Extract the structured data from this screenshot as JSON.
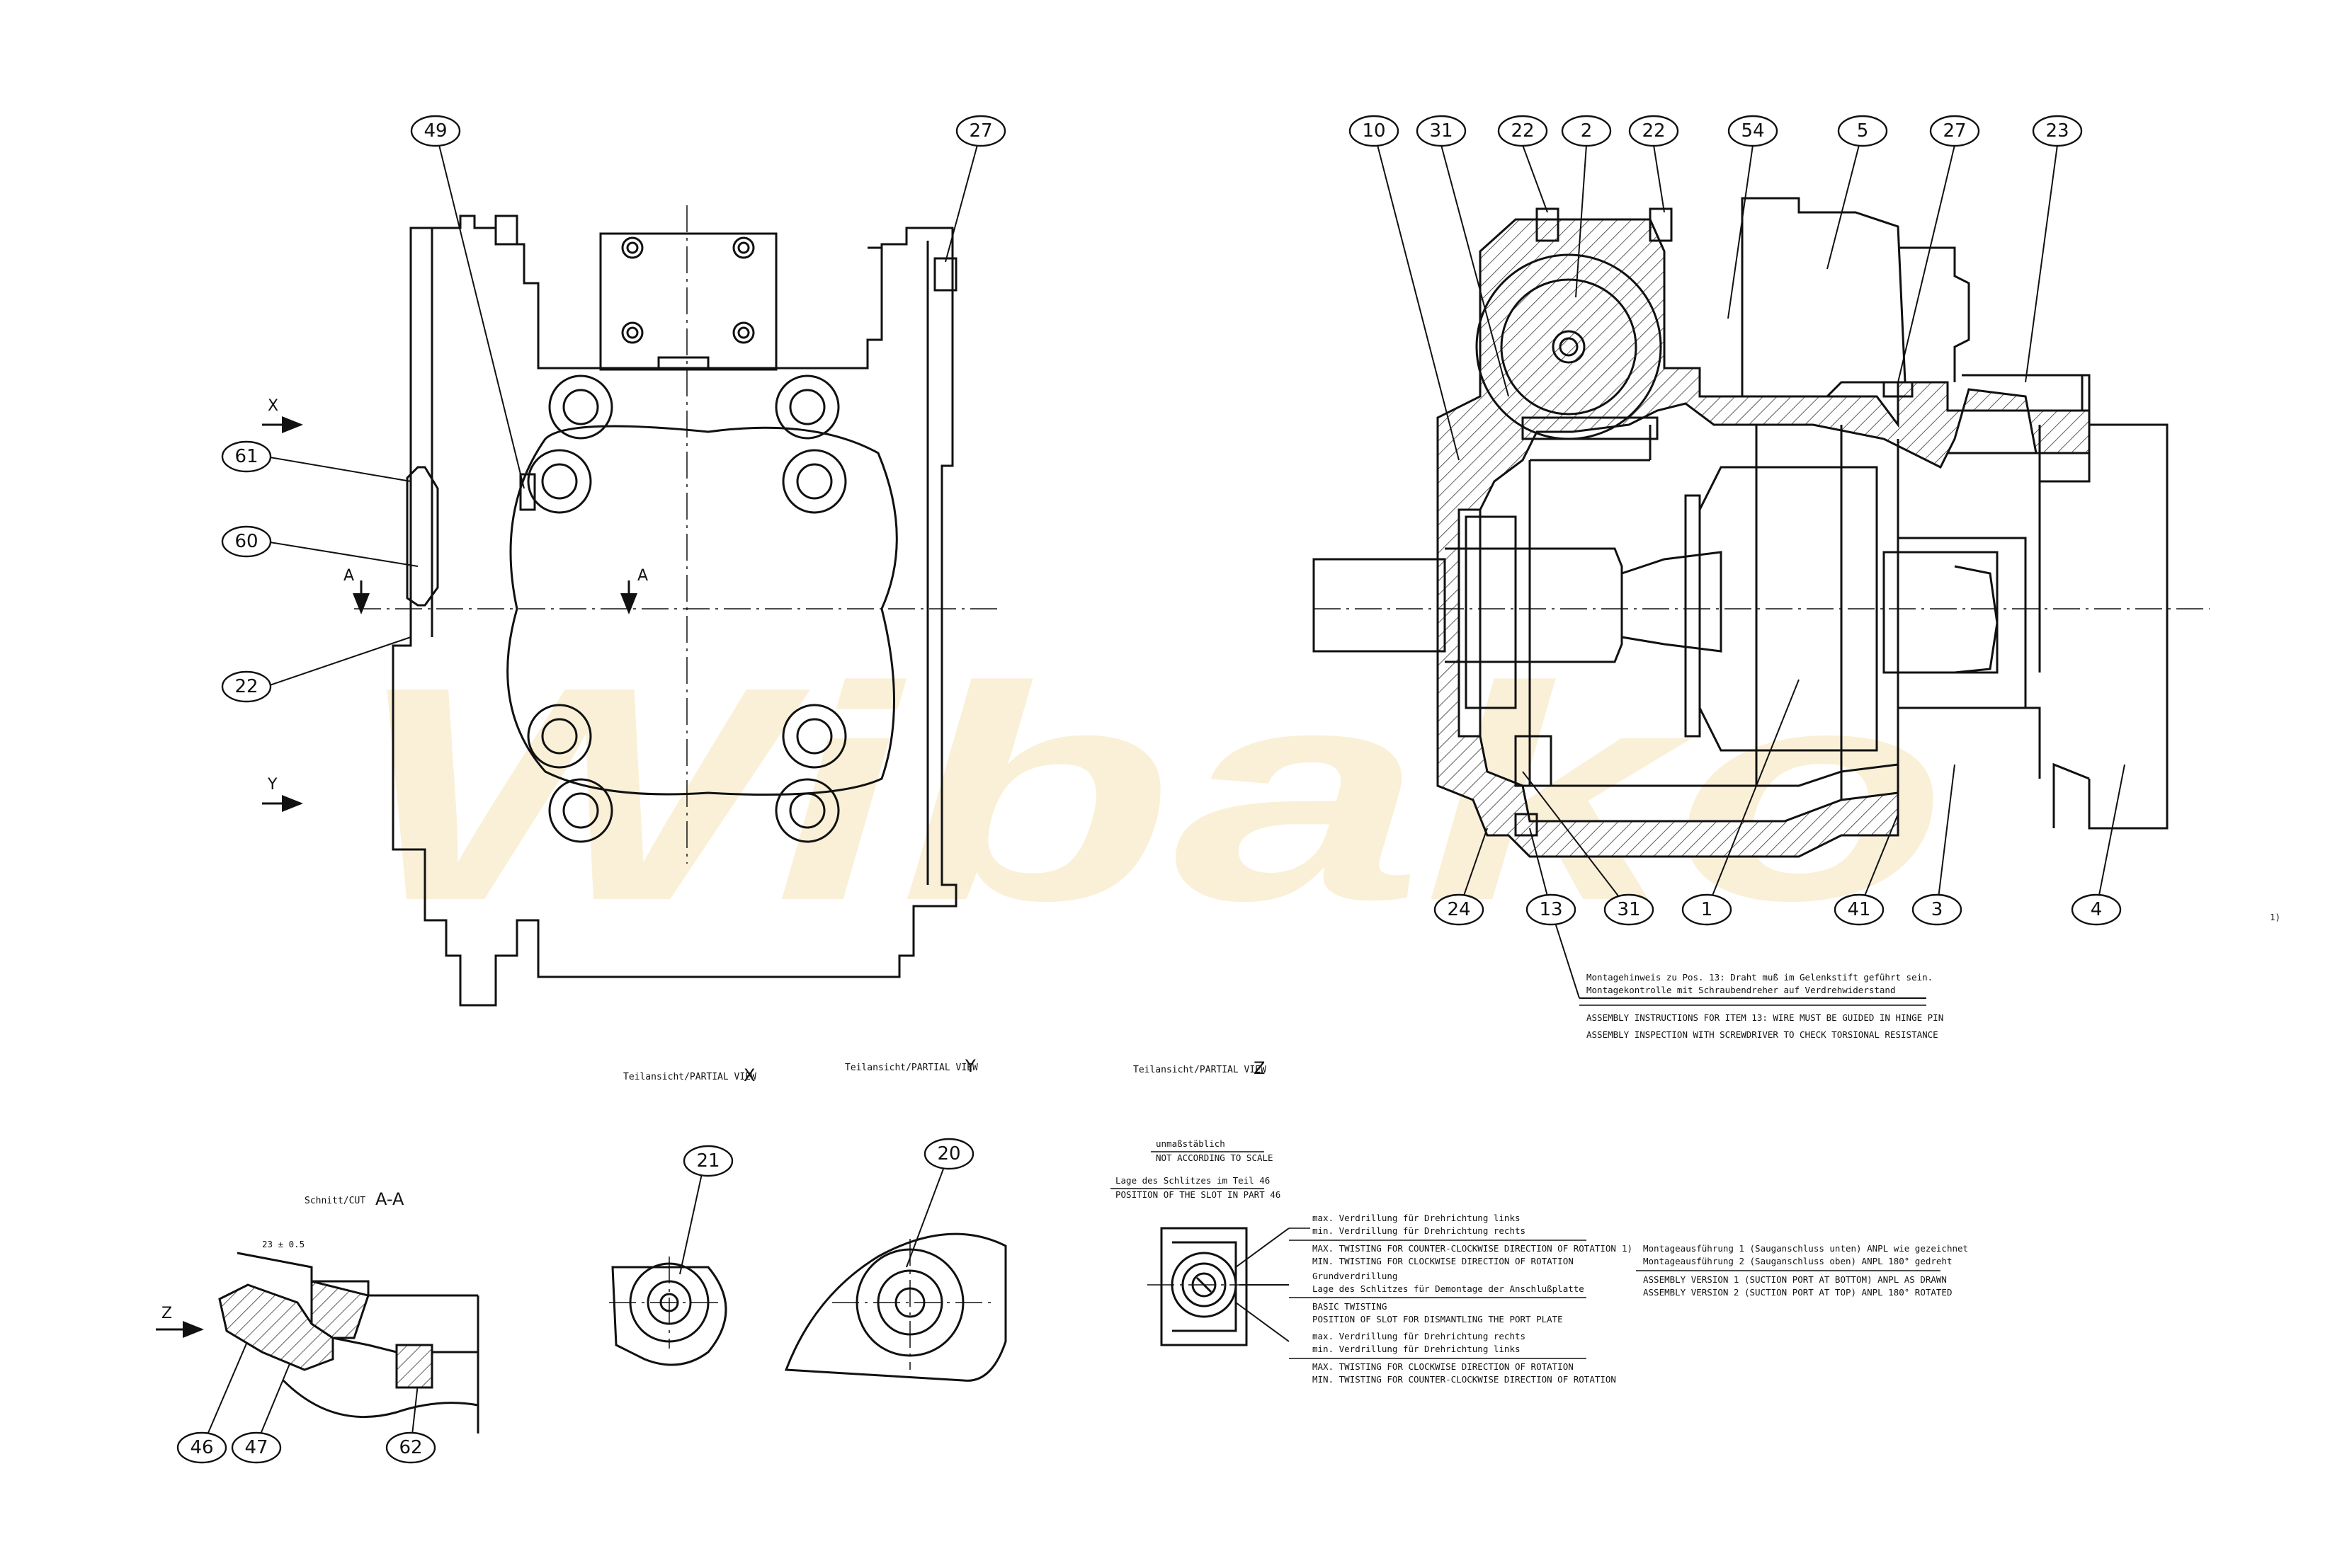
{
  "watermark": "Wibako",
  "callouts": [
    {
      "id": "c49",
      "label": "49"
    },
    {
      "id": "c27a",
      "label": "27"
    },
    {
      "id": "c61",
      "label": "61"
    },
    {
      "id": "c60",
      "label": "60"
    },
    {
      "id": "c22a",
      "label": "22"
    },
    {
      "id": "c10",
      "label": "10"
    },
    {
      "id": "c31a",
      "label": "31"
    },
    {
      "id": "c22b",
      "label": "22"
    },
    {
      "id": "c2",
      "label": "2"
    },
    {
      "id": "c22c",
      "label": "22"
    },
    {
      "id": "c54",
      "label": "54"
    },
    {
      "id": "c5",
      "label": "5"
    },
    {
      "id": "c27b",
      "label": "27"
    },
    {
      "id": "c23",
      "label": "23"
    },
    {
      "id": "c24",
      "label": "24"
    },
    {
      "id": "c13",
      "label": "13"
    },
    {
      "id": "c31b",
      "label": "31"
    },
    {
      "id": "c1",
      "label": "1"
    },
    {
      "id": "c41",
      "label": "41"
    },
    {
      "id": "c3",
      "label": "3"
    },
    {
      "id": "c4",
      "label": "4"
    },
    {
      "id": "c21",
      "label": "21"
    },
    {
      "id": "c20",
      "label": "20"
    },
    {
      "id": "c46",
      "label": "46"
    },
    {
      "id": "c47",
      "label": "47"
    },
    {
      "id": "c62",
      "label": "62"
    }
  ],
  "view_markers": {
    "x": "X",
    "y": "Y",
    "a": "A",
    "z": "Z"
  },
  "footnote_mark": "1)",
  "views": {
    "partial_x": {
      "caption": "Teilansicht/PARTIAL VIEW",
      "letter": "X"
    },
    "partial_y": {
      "caption": "Teilansicht/PARTIAL VIEW",
      "letter": "Y"
    },
    "partial_z": {
      "caption": "Teilansicht/PARTIAL VIEW",
      "letter": "Z"
    },
    "section_aa": {
      "caption": "Schnitt/CUT",
      "letter": "A-A"
    }
  },
  "dimension_label": "23 ± 0.5",
  "assembly_note": {
    "de1": "Montagehinweis zu Pos. 13: Draht muß im Gelenkstift geführt sein.",
    "de2": "Montagekontrolle mit Schraubendreher auf Verdrehwiderstand",
    "en1": "ASSEMBLY INSTRUCTIONS FOR ITEM 13: WIRE MUST BE GUIDED IN HINGE PIN",
    "en2": "ASSEMBLY INSPECTION WITH SCREWDRIVER TO CHECK TORSIONAL RESISTANCE"
  },
  "scale_note": {
    "de": "unmaßstäblich",
    "en": "NOT ACCORDING TO SCALE",
    "slot_de": "Lage des Schlitzes im Teil 46",
    "slot_en": "POSITION OF THE SLOT IN PART 46"
  },
  "twist_notes": {
    "top": [
      "max. Verdrillung für Drehrichtung links",
      "min. Verdrillung für Drehrichtung rechts",
      "MAX. TWISTING FOR COUNTER-CLOCKWISE DIRECTION OF ROTATION",
      "MIN. TWISTING FOR CLOCKWISE DIRECTION OF ROTATION"
    ],
    "mid": [
      "Grundverdrillung",
      "Lage des Schlitzes für Demontage der Anschlußplatte",
      "BASIC TWISTING",
      "POSITION OF SLOT FOR DISMANTLING THE PORT PLATE"
    ],
    "bot": [
      "max. Verdrillung für Drehrichtung rechts",
      "min. Verdrillung für Drehrichtung links",
      "MAX. TWISTING FOR CLOCKWISE DIRECTION OF ROTATION",
      "MIN. TWISTING FOR COUNTER-CLOCKWISE DIRECTION OF ROTATION"
    ]
  },
  "version_note": {
    "mark": "1)",
    "de1": "Montageausführung 1 (Sauganschluss unten) ANPL wie gezeichnet",
    "de2": "Montageausführung 2 (Sauganschluss oben) ANPL 180° gedreht",
    "en1": "ASSEMBLY VERSION 1 (SUCTION PORT AT BOTTOM) ANPL AS DRAWN",
    "en2": "ASSEMBLY VERSION 2 (SUCTION PORT AT TOP) ANPL 180° ROTATED"
  }
}
